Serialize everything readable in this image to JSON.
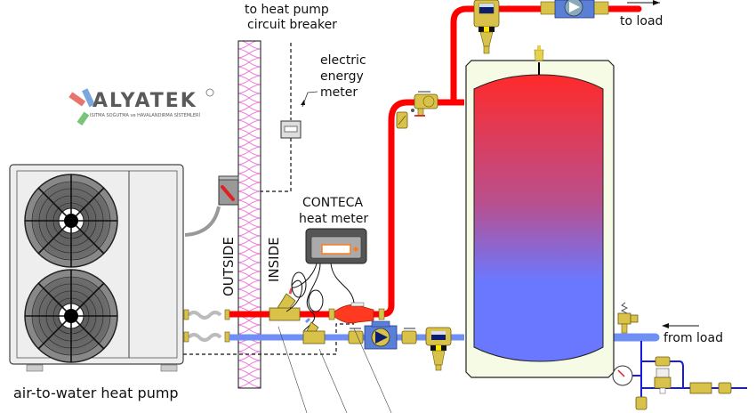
{
  "logo": {
    "brand": "ALYATEK",
    "tagline": "ISITMA SOĞUTMA ve HAVALANDIRMA SİSTEMLERİ",
    "colors": {
      "red": "#e8756b",
      "blue": "#7aa7e0",
      "green": "#7bc47a",
      "text": "#5a5a5a"
    }
  },
  "labels": {
    "breaker_line1": "to heat pump",
    "breaker_line2": "circuit breaker",
    "energy_meter_line1": "electric",
    "energy_meter_line2": "energy",
    "energy_meter_line3": "meter",
    "heat_meter_line1": "CONTECA",
    "heat_meter_line2": "heat meter",
    "outside": "OUTSIDE",
    "inside": "INSIDE",
    "to_load": "to load",
    "from_load": "from load",
    "heat_pump": "air-to-water heat pump"
  },
  "colors": {
    "supply_pipe": "#ff0000",
    "return_pipe": "#6f8ff5",
    "tank_top": "#ff2a2a",
    "tank_bottom": "#6a78ff",
    "brass": "#d9c24a",
    "insulation": "#e86ad0",
    "jacket": "#f6fbe6"
  }
}
